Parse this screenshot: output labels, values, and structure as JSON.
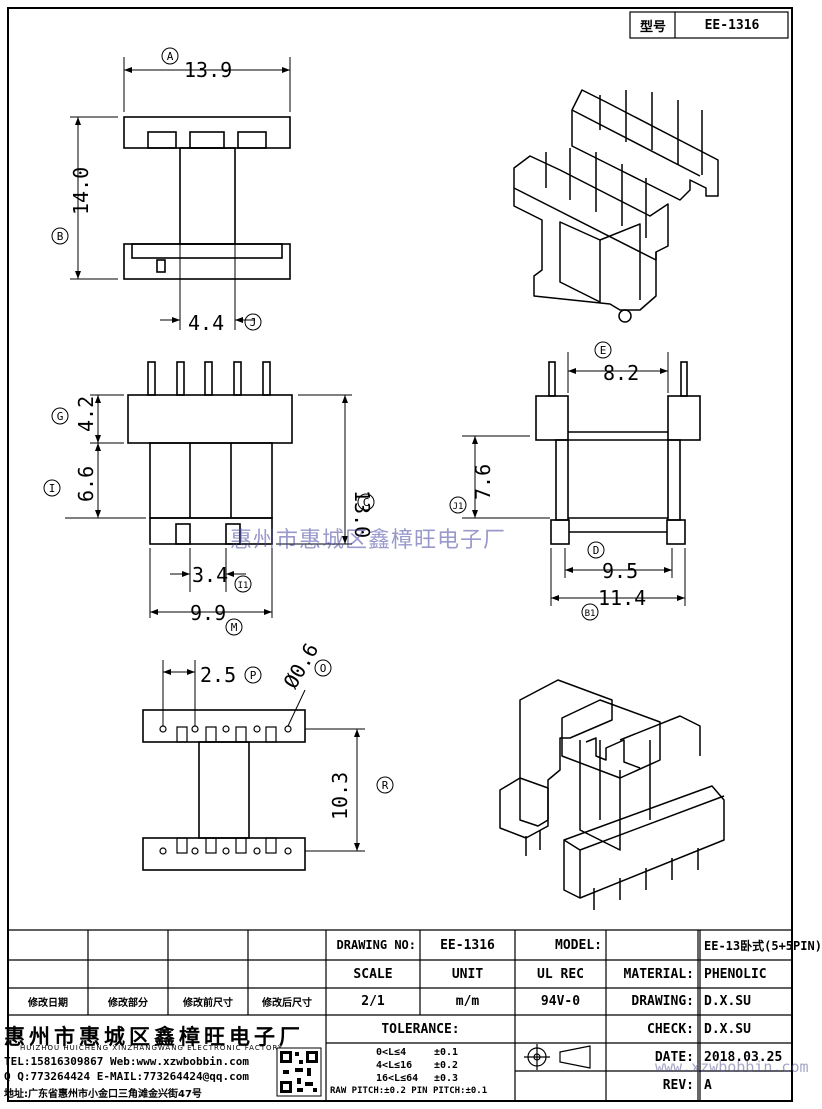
{
  "header": {
    "type_label": "型号",
    "type_value": "EE-1316"
  },
  "dimensions": {
    "A": {
      "value": "13.9",
      "circle": "A"
    },
    "B": {
      "value": "14.0",
      "circle": "B"
    },
    "J": {
      "value": "4.4",
      "circle": "J"
    },
    "G": {
      "value": "4.2",
      "circle": "G"
    },
    "I": {
      "value": "6.6",
      "circle": "I"
    },
    "C": {
      "value": "13.0",
      "circle": "C"
    },
    "I1": {
      "value": "3.4",
      "circle": "I1"
    },
    "M": {
      "value": "9.9",
      "circle": "M"
    },
    "E": {
      "value": "8.2",
      "circle": "E"
    },
    "J1": {
      "value": "7.6",
      "circle": "J1"
    },
    "D": {
      "value": "9.5",
      "circle": "D"
    },
    "B1": {
      "value": "11.4",
      "circle": "B1"
    },
    "P": {
      "value": "2.5",
      "circle": "P"
    },
    "O": {
      "value": "Ø0.6",
      "circle": "O"
    },
    "R": {
      "value": "10.3",
      "circle": "R"
    }
  },
  "watermark": "惠州市惠城区鑫樟旺电子厂",
  "watermark_url": "www.xzwbobbin.com",
  "title_block": {
    "drawing_no_label": "DRAWING NO:",
    "drawing_no": "EE-1316",
    "model_label": "MODEL:",
    "model": "EE-13卧式(5+5PIN)",
    "scale_label": "SCALE",
    "unit_label": "UNIT",
    "ul_label": "UL REC",
    "material_label": "MATERIAL:",
    "material": "PHENOLIC",
    "scale": "2/1",
    "unit": "m/m",
    "ul": "94V-0",
    "drawing_label": "DRAWING:",
    "drawing_by": "D.X.SU",
    "check_label": "CHECK:",
    "check_by": "D.X.SU",
    "date_label": "DATE:",
    "date": "2018.03.25",
    "rev_label": "REV:",
    "rev": "A",
    "tolerance_label": "TOLERANCE:",
    "tol_rows": [
      {
        "range": "0<L≤4",
        "tol": "±0.1"
      },
      {
        "range": "4<L≤16",
        "tol": "±0.2"
      },
      {
        "range": "16<L≤64",
        "tol": "±0.3"
      }
    ],
    "pitch_note": "RAW PITCH:±0.2 PIN PITCH:±0.1",
    "rev_headers": [
      "修改日期",
      "修改部分",
      "修改前尺寸",
      "修改后尺寸"
    ]
  },
  "company": {
    "name_cn": "惠州市惠城区鑫樟旺电子厂",
    "name_en": "HUIZHOU HUICHENG XINZHANGWANG ELECTRONIC FACTORY",
    "tel": "TEL:15816309867 Web:www.xzwbobbin.com",
    "qq": "Q Q:773264424 E-MAIL:773264424@qq.com",
    "address": "地址:广东省惠州市小金口三角滩金兴街47号"
  }
}
